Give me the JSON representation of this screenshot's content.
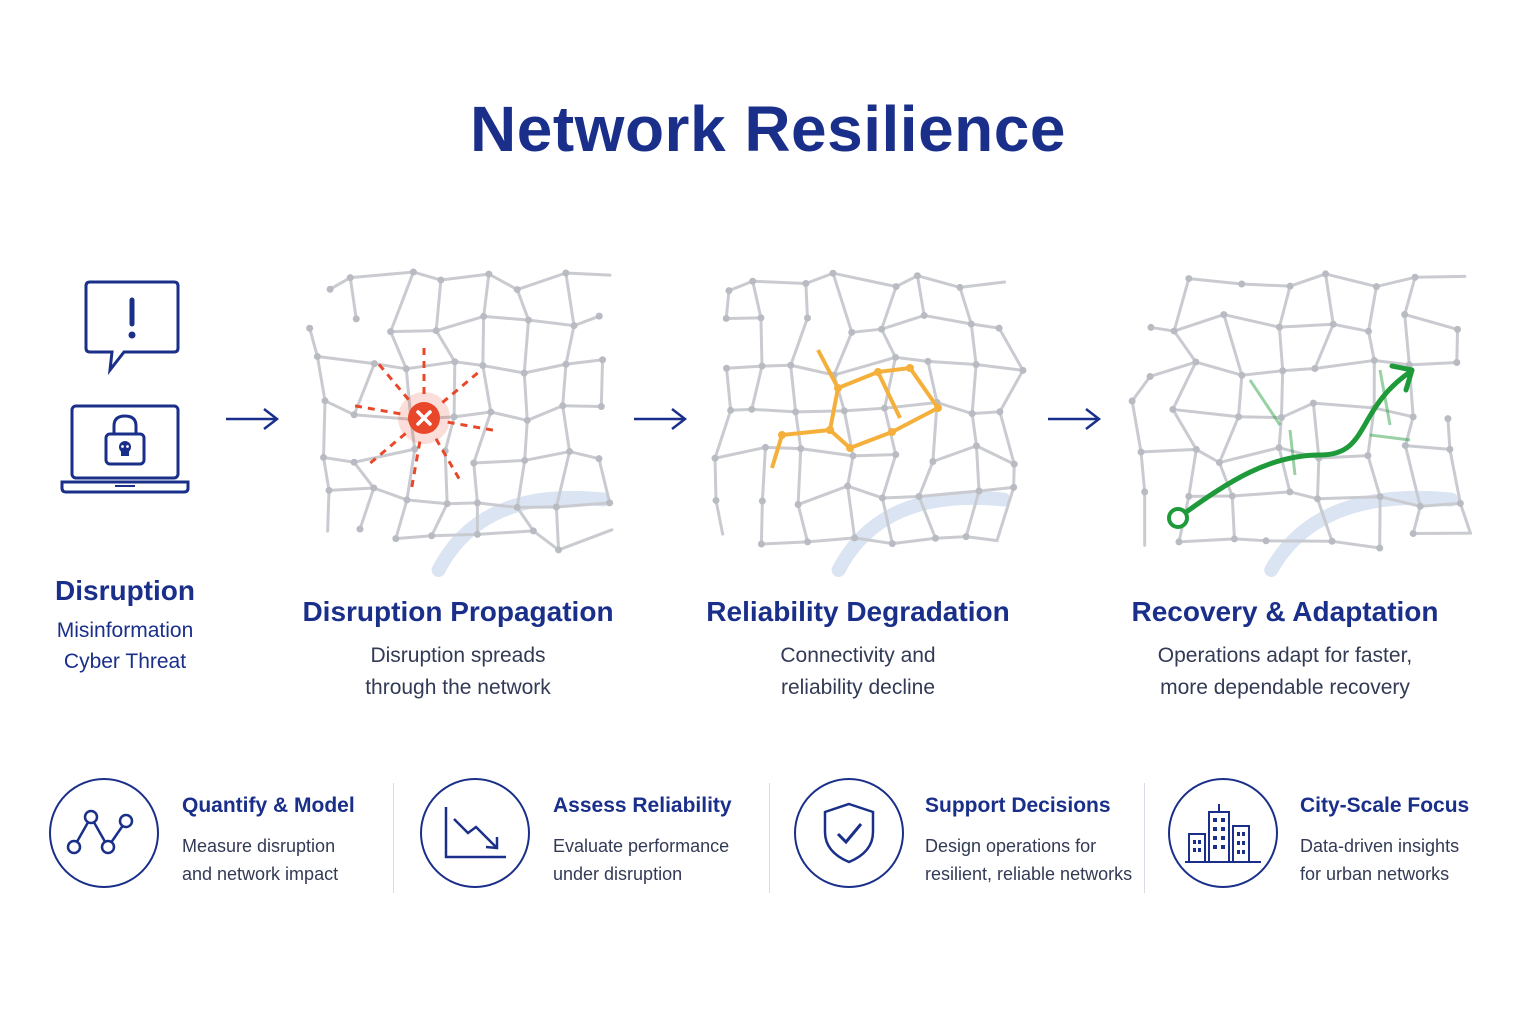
{
  "title": "Network Resilience",
  "disruption": {
    "title": "Disruption",
    "lines": [
      "Misinformation",
      "Cyber Threat"
    ],
    "icons": [
      "alert-bubble-icon",
      "locked-laptop-icon"
    ]
  },
  "stages": [
    {
      "title": "Disruption Propagation",
      "desc": [
        "Disruption spreads",
        "through the network"
      ],
      "accent": "#e8472a"
    },
    {
      "title": "Reliability Degradation",
      "desc": [
        "Connectivity and",
        "reliability decline"
      ],
      "accent": "#f5b03c"
    },
    {
      "title": "Recovery & Adaptation",
      "desc": [
        "Operations adapt for faster,",
        "more dependable recovery"
      ],
      "accent": "#1f9a3a"
    }
  ],
  "features": [
    {
      "title": "Quantify & Model",
      "desc": [
        "Measure disruption",
        "and network impact"
      ],
      "icon": "node-graph-icon"
    },
    {
      "title": "Assess Reliability",
      "desc": [
        "Evaluate performance",
        "under disruption"
      ],
      "icon": "declining-chart-icon"
    },
    {
      "title": "Support Decisions",
      "desc": [
        "Design operations for",
        "resilient, reliable networks"
      ],
      "icon": "shield-check-icon"
    },
    {
      "title": "City-Scale Focus",
      "desc": [
        "Data-driven insights",
        "for urban networks"
      ],
      "icon": "city-buildings-icon"
    }
  ],
  "colors": {
    "primary": "#1a2f8a",
    "road": "#c9cbd1",
    "water": "#dbe4f2"
  }
}
